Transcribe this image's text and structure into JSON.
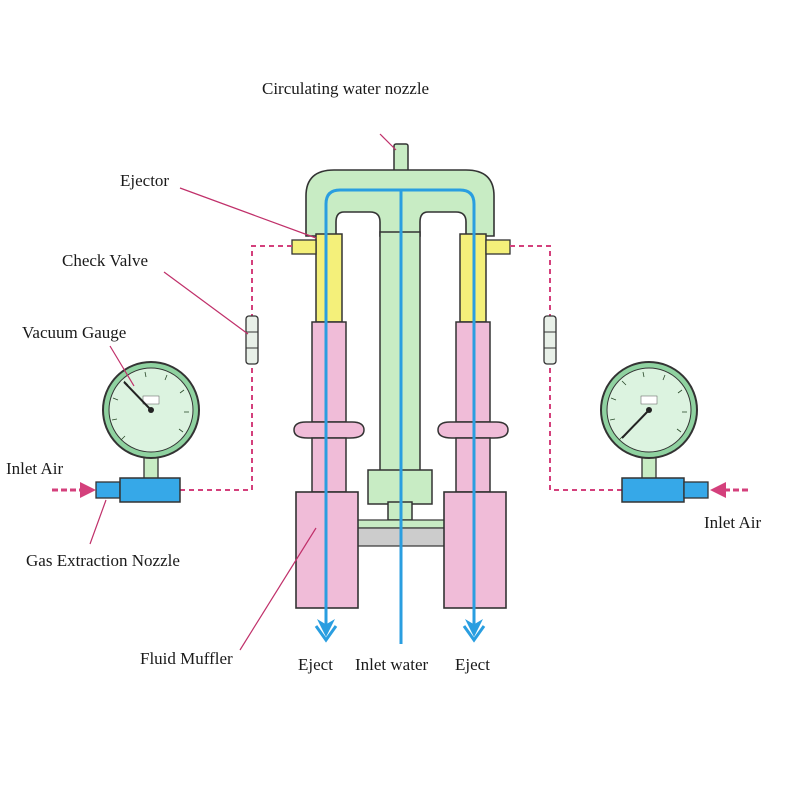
{
  "labels": {
    "circulating_water_nozzle": "Circulating water nozzle",
    "ejector": "Ejector",
    "check_valve": "Check Valve",
    "vacuum_gauge": "Vacuum Gauge",
    "inlet_air_left": "Inlet Air",
    "gas_extraction_nozzle": "Gas Extraction Nozzle",
    "fluid_muffler": "Fluid Muffler",
    "inlet_air_right": "Inlet Air",
    "eject_left": "Eject",
    "inlet_water": "Inlet water",
    "eject_right": "Eject"
  },
  "colors": {
    "frame": "#c8ecc4",
    "ejector": "#f4f07a",
    "muffler": "#f0bcd8",
    "water_flow": "#2a9ee0",
    "nozzle": "#36a8e8",
    "air_line": "#d4407c",
    "leader": "#c0306a",
    "base": "#cccccc"
  }
}
